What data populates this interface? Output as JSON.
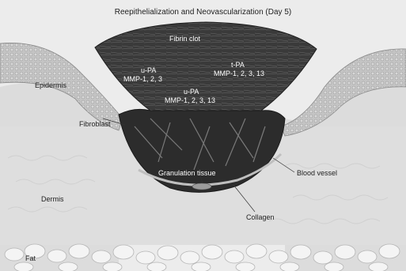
{
  "title": "Reepithelialization and Neovascularization (Day 5)",
  "labels": {
    "fibrin_clot": "Fibrin clot",
    "upa_top_1": "u-PA",
    "upa_top_2": "MMP-1, 2, 3",
    "tpa_1": "t-PA",
    "tpa_2": "MMP-1, 2, 3, 13",
    "upa_bottom_1": "u-PA",
    "upa_bottom_2": "MMP-1, 2, 3, 13",
    "epidermis": "Epidermis",
    "fibroblast": "Fibroblast",
    "granulation_tissue": "Granulation tissue",
    "blood_vessel": "Blood vessel",
    "dermis": "Dermis",
    "collagen": "Collagen",
    "fat": "Fat"
  },
  "colors": {
    "background": "#e9e9e9",
    "dermis": "#dcdcdc",
    "epidermis": "#bdbdbd",
    "clot": "#3a3a3a",
    "granulation": "#2c2c2c",
    "fat": "#f2f2f2"
  }
}
